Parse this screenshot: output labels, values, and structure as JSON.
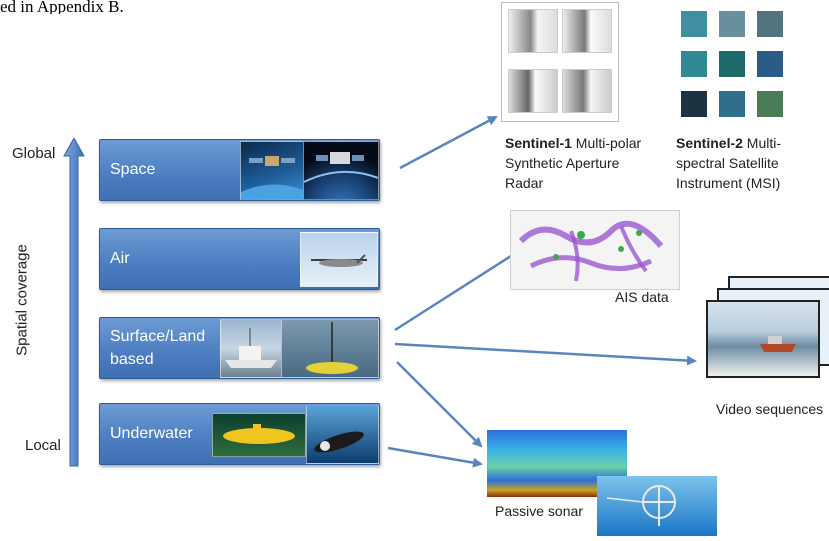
{
  "top_cut_text": "ed in Appendix B.",
  "axis": {
    "label": "Spatial coverage",
    "top": "Global",
    "bottom": "Local"
  },
  "layers": [
    {
      "label_lines": [
        "Space"
      ],
      "icons": [
        "satellite-icon",
        "earth-orbit-icon"
      ]
    },
    {
      "label_lines": [
        "Air"
      ],
      "icons": [
        "drone-icon"
      ]
    },
    {
      "label_lines": [
        "Surface/Land",
        "based"
      ],
      "icons": [
        "ship-icon",
        "buoy-icon"
      ]
    },
    {
      "label_lines": [
        "Underwater"
      ],
      "icons": [
        "submarine-icon",
        "auv-icon"
      ]
    }
  ],
  "outputs": {
    "sentinel1": {
      "bold": "Sentinel-1",
      "rest_lines": [
        " Multi-polar",
        "Synthetic Aperture",
        "Radar"
      ]
    },
    "sentinel2": {
      "bold": "Sentinel-2",
      "rest_lines": [
        " Multi-",
        "spectral Satellite",
        "Instrument (MSI)"
      ]
    },
    "ais": "AIS data",
    "video": "Video sequences",
    "sonar": "Passive sonar"
  },
  "colors": {
    "layer_blue": "#4d7fc2",
    "arrow_blue": "#5a86bf",
    "text_dark": "#222222",
    "ais_purple": "#9b59d0",
    "ais_green": "#41a84a"
  }
}
